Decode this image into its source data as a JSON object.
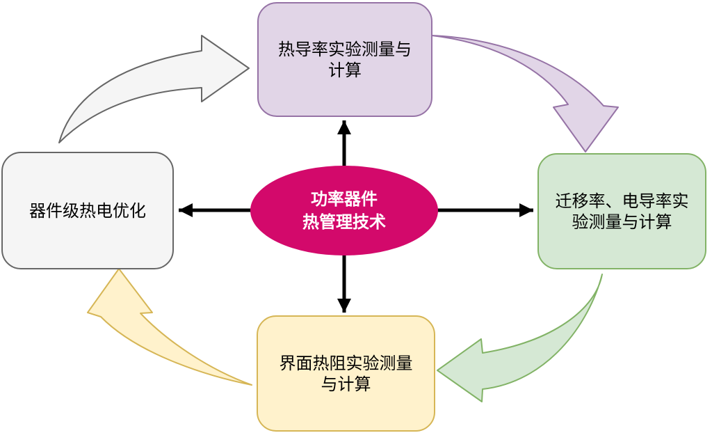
{
  "center": {
    "lines": [
      "功率器件",
      "热管理技术"
    ],
    "fill": "#D3096B",
    "text_color": "#FFFFFF"
  },
  "nodes": [
    {
      "id": "thermal-conductivity",
      "lines": [
        "热导率实验测量与",
        "计算"
      ],
      "fill": "#E1D5E7",
      "stroke": "#9673A6",
      "position": "top"
    },
    {
      "id": "mobility-electrical-conductivity",
      "lines": [
        "迁移率、电导率实",
        "验测量与计算"
      ],
      "fill": "#D5E8D4",
      "stroke": "#82B366",
      "position": "right"
    },
    {
      "id": "interface-thermal-resistance",
      "lines": [
        "界面热阻实验测量",
        "与计算"
      ],
      "fill": "#FFF2CC",
      "stroke": "#D6B656",
      "position": "bottom"
    },
    {
      "id": "device-level-thermoelectric-optimization",
      "lines": [
        "器件级热电优化"
      ],
      "fill": "#F5F5F5",
      "stroke": "#666666",
      "position": "left"
    }
  ],
  "arrows": {
    "straight": {
      "color": "#000000",
      "items": [
        {
          "from": "center",
          "to": "top"
        },
        {
          "from": "center",
          "to": "right"
        },
        {
          "from": "center",
          "to": "bottom"
        },
        {
          "from": "center",
          "to": "left"
        }
      ]
    },
    "curved": [
      {
        "from": "left",
        "to": "top",
        "fill": "#F5F5F5",
        "stroke": "#666666"
      },
      {
        "from": "top",
        "to": "right",
        "fill": "#E1D5E7",
        "stroke": "#9673A6"
      },
      {
        "from": "right",
        "to": "bottom",
        "fill": "#D5E8D4",
        "stroke": "#82B366"
      },
      {
        "from": "bottom",
        "to": "left",
        "fill": "#FFF2CC",
        "stroke": "#D6B656"
      }
    ]
  }
}
